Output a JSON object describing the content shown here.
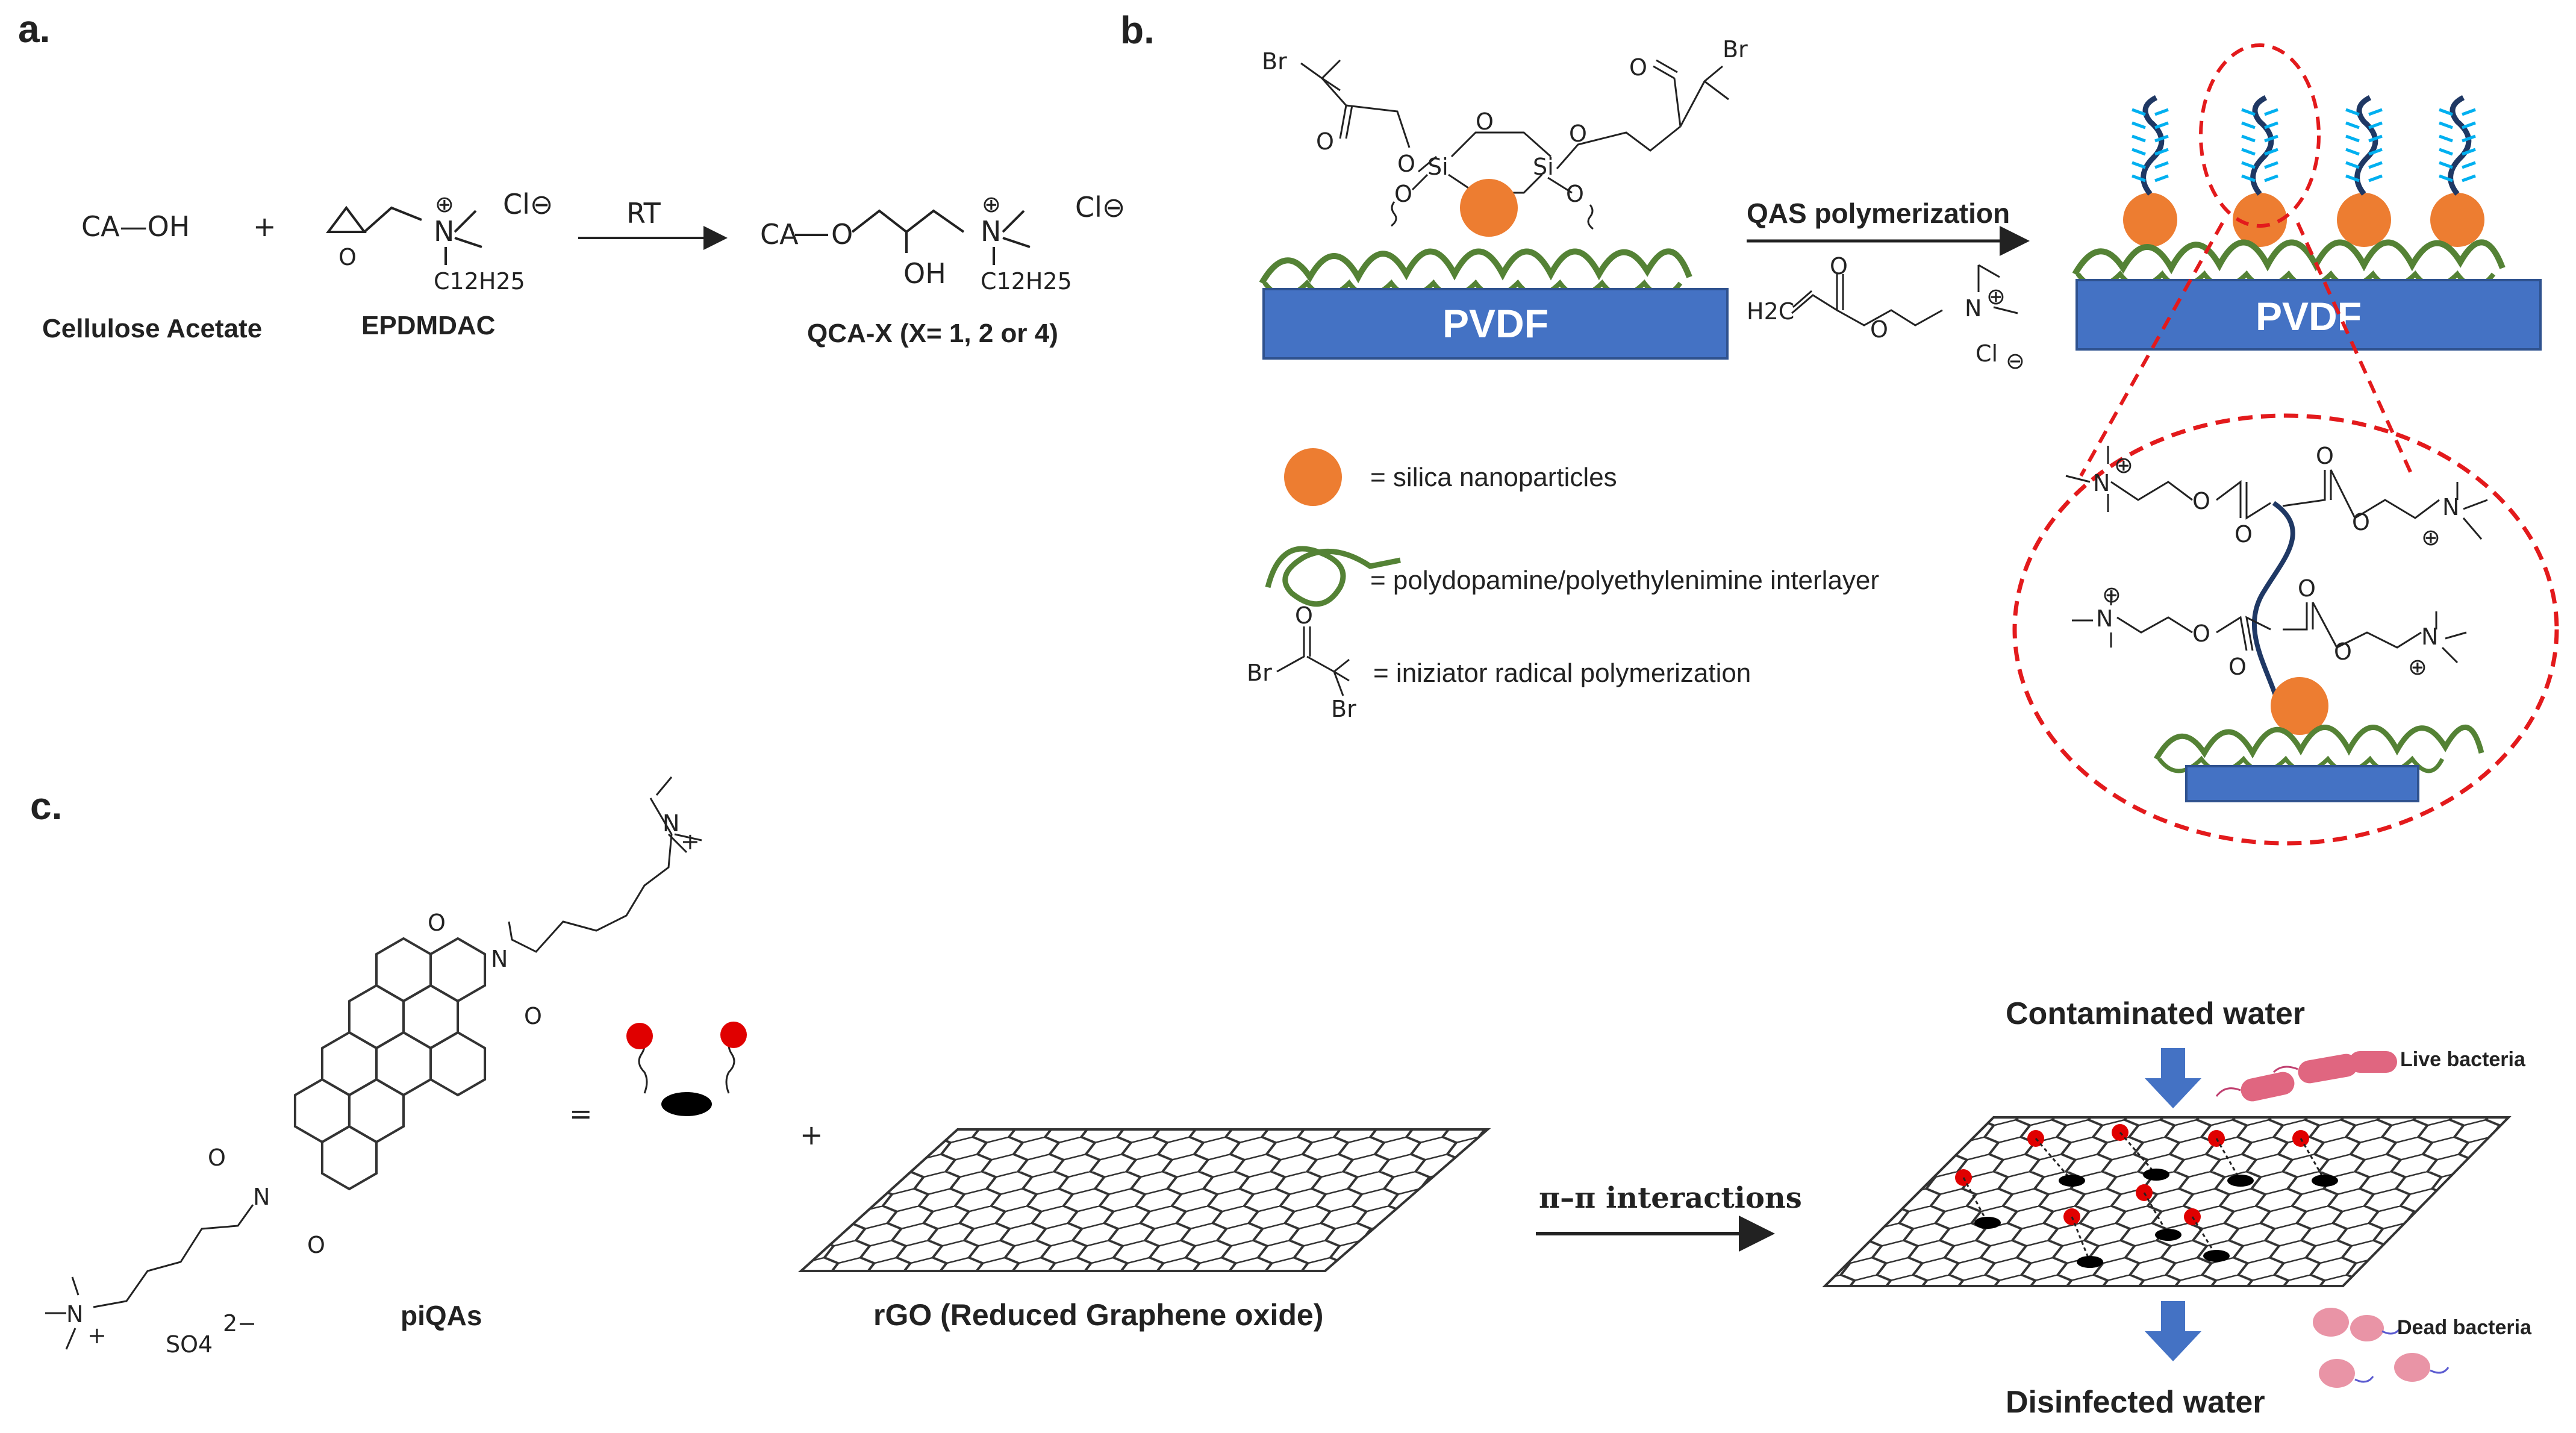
{
  "panels": {
    "a": {
      "label": "a.",
      "ca_oh": "CA—OH",
      "plus": "+",
      "cl_minus": "Cl⊖",
      "n_plus": "⊕",
      "n": "N",
      "c12h25": "C12H25",
      "rt": "RT",
      "product_ca": "CA",
      "product_o": "O",
      "oh": "OH",
      "cellulose_label": "Cellulose Acetate",
      "epdmdac_label": "EPDMDAC",
      "product_label": "QCA-X (X= 1, 2 or 4)"
    },
    "b": {
      "label": "b.",
      "br": "Br",
      "o": "O",
      "si": "Si",
      "pvdf": "PVDF",
      "arrow_label": "QAS polymerization",
      "h2c": "H2C",
      "cl": "Cl",
      "legend": {
        "silica": "= silica nanoparticles",
        "interlayer": "=  polydopamine/polyethylenimine interlayer",
        "initiator": "= iniziator radical polymerization"
      },
      "colors": {
        "pvdf_fill": "#4472c4",
        "silica": "#ed7d31",
        "interlayer": "#548235",
        "chain": "#1f3864",
        "brush": "#00b0f0",
        "callout": "#e31a1c"
      }
    },
    "c": {
      "label": "c.",
      "piqas_label": "piQAs",
      "so4": "SO4",
      "so4_charge": "2−",
      "equals": "=",
      "plus": "+",
      "rgo_label": "rGO (Reduced Graphene oxide)",
      "arrow_label": "π–π interactions",
      "contaminated": "Contaminated water",
      "disinfected": "Disinfected water",
      "live_bacteria": "Live bacteria",
      "dead_bacteria": "Dead bacteria",
      "colors": {
        "red_dot": "#e00000",
        "arrow": "#4472c4",
        "bacteria": "#e06680"
      }
    }
  }
}
